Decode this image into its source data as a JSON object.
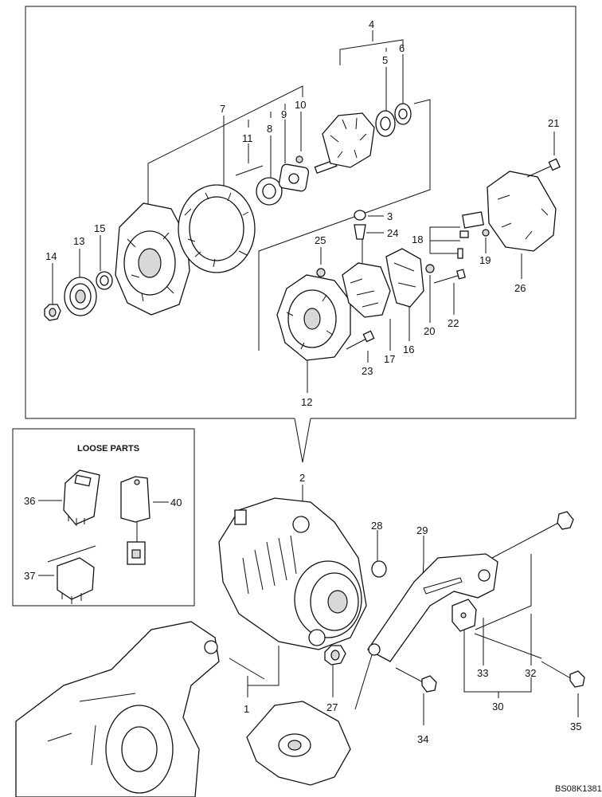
{
  "loose_parts_title": "LOOSE PARTS",
  "drawing_code": "BS08K1381",
  "callouts": {
    "c1": "1",
    "c2": "2",
    "c3": "3",
    "c4": "4",
    "c5": "5",
    "c6": "6",
    "c7": "7",
    "c8": "8",
    "c9": "9",
    "c10": "10",
    "c11": "11",
    "c12": "12",
    "c13": "13",
    "c14": "14",
    "c15": "15",
    "c16": "16",
    "c17": "17",
    "c18": "18",
    "c19": "19",
    "c20": "20",
    "c21": "21",
    "c22": "22",
    "c23": "23",
    "c24": "24",
    "c25": "25",
    "c26": "26",
    "c27": "27",
    "c28": "28",
    "c29": "29",
    "c30": "30",
    "c32": "32",
    "c33": "33",
    "c34": "34",
    "c35": "35",
    "c36": "36",
    "c37": "37",
    "c40": "40"
  }
}
